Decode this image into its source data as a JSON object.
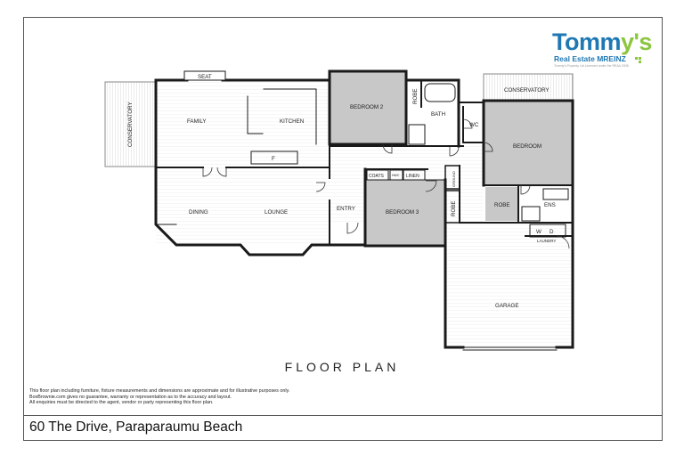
{
  "logo": {
    "brand_part1": "Tomm",
    "brand_part2": "y's",
    "subtitle": "Real Estate MREINZ",
    "tagline": "Tommy's Property Ltd Licensed under the REAA 2008",
    "colors": {
      "blue": "#1f78b4",
      "green": "#8cc63f"
    }
  },
  "rooms": {
    "conservatory_left": "CONSERVATORY",
    "seat": "SEAT",
    "family": "FAMILY",
    "kitchen": "KITCHEN",
    "fridge": "F",
    "bedroom2": "BEDROOM 2",
    "robe_b2": "ROBE",
    "bath": "BATH",
    "wc": "WC",
    "conservatory_right": "CONSERVATORY",
    "bedroom": "BEDROOM",
    "coats": "COATS",
    "hwc": "HWC",
    "linen": "LINEN",
    "ground": "GROUND",
    "robe_b3": "ROBE",
    "bedroom3": "BEDROOM 3",
    "robe_master": "ROBE",
    "ens": "ENS",
    "washer": "W",
    "dryer": "D",
    "laundry": "LAUNDRY",
    "dining": "DINING",
    "lounge": "LOUNGE",
    "entry": "ENTRY",
    "garage": "GARAGE"
  },
  "plan_title": "FLOOR PLAN",
  "disclaimer": [
    "This floor plan including furniture, fixture measurements and dimensions are approximate and for illustrative purposes only.",
    "BoxBrownie.com gives no guarantee, warranty or representation as to the accuracy and layout.",
    "All enquiries must be directed to the agent, vendor or party representing this floor plan."
  ],
  "address": "60 The Drive, Paraparaumu Beach",
  "colors": {
    "wall": "#1a1a1a",
    "shaded_room": "#c8c8c8",
    "floor_lines": "#e6e6e6"
  }
}
